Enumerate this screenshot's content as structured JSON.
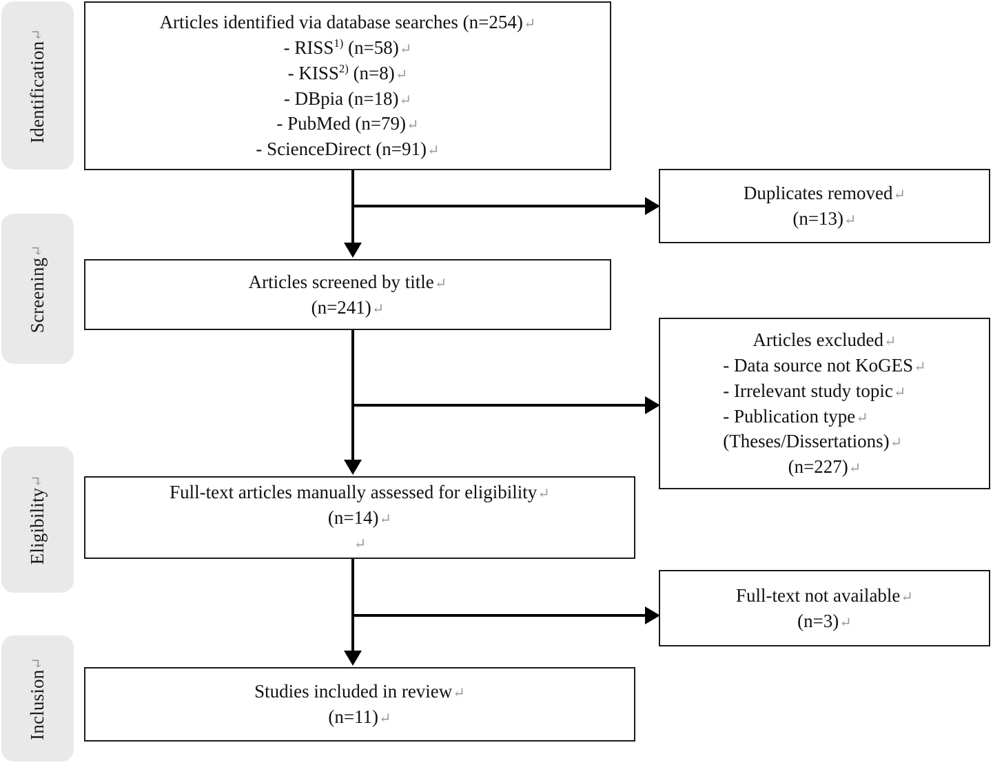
{
  "diagram": {
    "title": "PRISMA study selection flow diagram",
    "pilcrow_glyph": "↵",
    "stages": [
      {
        "id": "identification",
        "label": "Identification"
      },
      {
        "id": "screening",
        "label": "Screening"
      },
      {
        "id": "eligibility",
        "label": "Eligibility"
      },
      {
        "id": "inclusion",
        "label": "Inclusion"
      }
    ],
    "boxes": {
      "identified": {
        "name": "articles-identified-box",
        "heading": "Articles identified via database searches (n=254)",
        "sources": [
          {
            "label": "- RISS",
            "note": "1)",
            "count": "(n=58)"
          },
          {
            "label": "- KISS",
            "note": "2)",
            "count": "(n=8)"
          },
          {
            "label": "- DBpia",
            "note": "",
            "count": "(n=18)"
          },
          {
            "label": "- PubMed",
            "note": "",
            "count": "(n=79)"
          },
          {
            "label": "- ScienceDirect",
            "note": "",
            "count": "(n=91)"
          }
        ]
      },
      "duplicates": {
        "name": "duplicates-removed-box",
        "lines": [
          "Duplicates removed",
          "(n=13)"
        ]
      },
      "screened": {
        "name": "articles-screened-box",
        "lines": [
          "Articles screened by title",
          "(n=241)"
        ]
      },
      "excluded": {
        "name": "articles-excluded-box",
        "heading": "Articles excluded",
        "reasons": [
          "- Data source not KoGES",
          "- Irrelevant study topic",
          "- Publication type",
          "  (Theses/Dissertations)"
        ],
        "count": "(n=227)"
      },
      "fulltext": {
        "name": "full-text-assessed-box",
        "lines": [
          "Full-text articles manually assessed for eligibility",
          "(n=14)",
          ""
        ]
      },
      "unavailable": {
        "name": "full-text-not-available-box",
        "lines": [
          "Full-text not available",
          "(n=3)"
        ]
      },
      "included": {
        "name": "studies-included-box",
        "lines": [
          "Studies included in review",
          "(n=11)"
        ]
      }
    },
    "colors": {
      "pill_background": "#e9e9e9",
      "box_border": "#1a1a1a",
      "connector": "#000000",
      "pilcrow": "#9a9a9a",
      "text": "#111111"
    }
  }
}
